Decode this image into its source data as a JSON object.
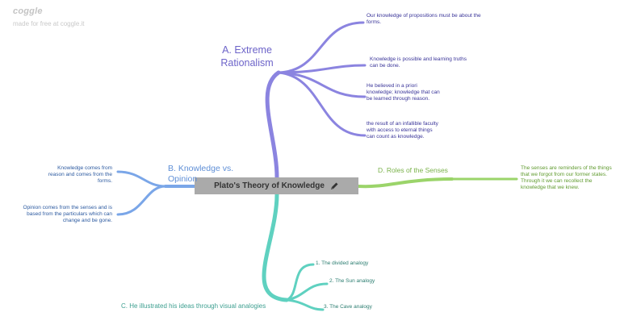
{
  "brand": {
    "logo_text": "coggle",
    "tagline": "made for free at coggle.it"
  },
  "central": {
    "label": "Plato's Theory of Knowledge",
    "icon": "pencil-icon"
  },
  "branches": {
    "a": {
      "title_line1": "A. Extreme",
      "title_line2": "Rationalism",
      "color": "#8b84e0",
      "leaves": [
        "Our knowledge of propositions must be about the forms.",
        "Knowledge is possible and learning truths can be done.",
        "He believed in a priori knowledge; knowledge that can be learned through reason.",
        "the result of an infallible faculty with access to eternal things can count as knowledge."
      ]
    },
    "b": {
      "title_line1": "B. Knowledge vs.",
      "title_line2": "Opinion",
      "color": "#7aa6e8",
      "leaves": [
        "Knowledge comes from reason and comes from the forms.",
        "Opinion comes from the senses and is based from the particulars which can change and be gone."
      ]
    },
    "c": {
      "title": "C. He illustrated his ideas through visual analogies",
      "color": "#5fd1c0",
      "leaves": [
        "1.  The divided analogy",
        "2.  The Sun analogy",
        "3.  The Cave analogy"
      ]
    },
    "d": {
      "title": "D. Roles of the Senses",
      "color": "#9bd46a",
      "leaves": [
        "The senses are reminders of the things that we forgot from our former states. Through it we can recollect the knowledge that we knew."
      ]
    }
  }
}
